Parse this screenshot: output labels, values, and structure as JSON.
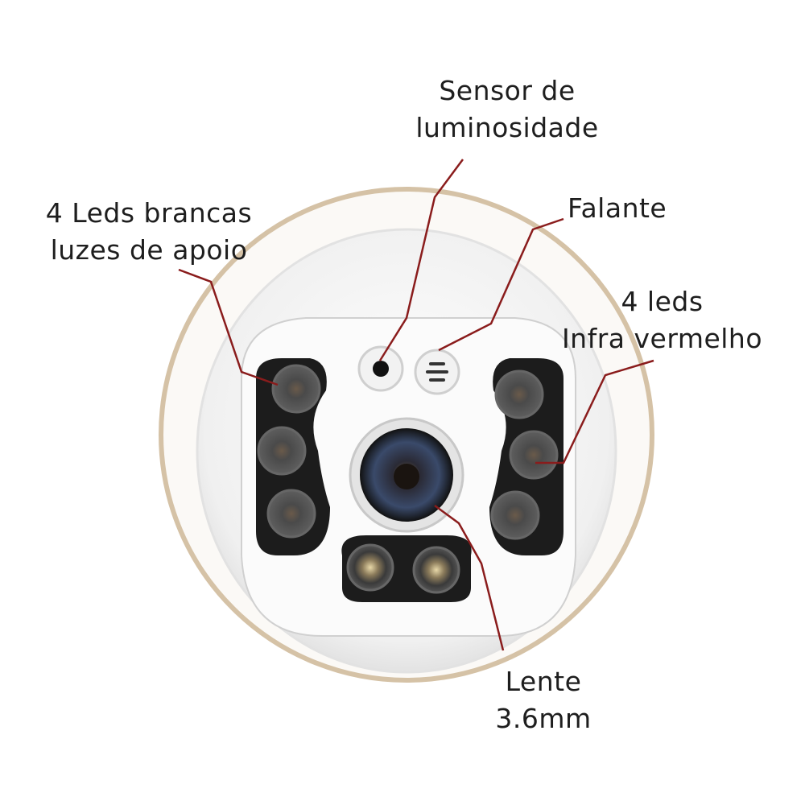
{
  "colors": {
    "leader_line": "#8a1c1c",
    "ring": "#d8c4a8",
    "body": "#f4f4f4",
    "led_housing": "#1c1c1c"
  },
  "labels": {
    "light_sensor": [
      "Sensor de",
      "luminosidade"
    ],
    "white_leds": [
      "4 Leds brancas",
      "luzes de apoio"
    ],
    "speaker": [
      "Falante"
    ],
    "infrared_leds": [
      "4 leds",
      "Infra vermelho"
    ],
    "lens": [
      "Lente",
      "3.6mm"
    ]
  }
}
